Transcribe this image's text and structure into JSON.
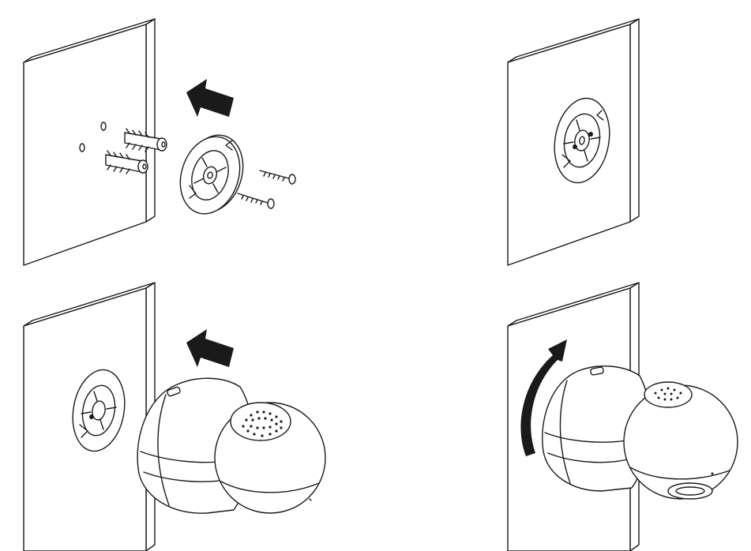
{
  "diagram": {
    "panels": [
      {
        "step": "step-1",
        "content": [
          "wall",
          "arrow",
          "wall-holes",
          "wall-anchors",
          "mount-plate",
          "screws"
        ]
      },
      {
        "step": "step-2",
        "content": [
          "wall",
          "mount-plate-installed"
        ]
      },
      {
        "step": "step-3",
        "content": [
          "wall",
          "mount-plate-installed",
          "arrow",
          "camera"
        ]
      },
      {
        "step": "step-4",
        "content": [
          "wall",
          "rotation-arrow",
          "camera-mounted"
        ]
      }
    ],
    "colors": {
      "line": "#1a1a1a",
      "background": "#ffffff"
    }
  }
}
